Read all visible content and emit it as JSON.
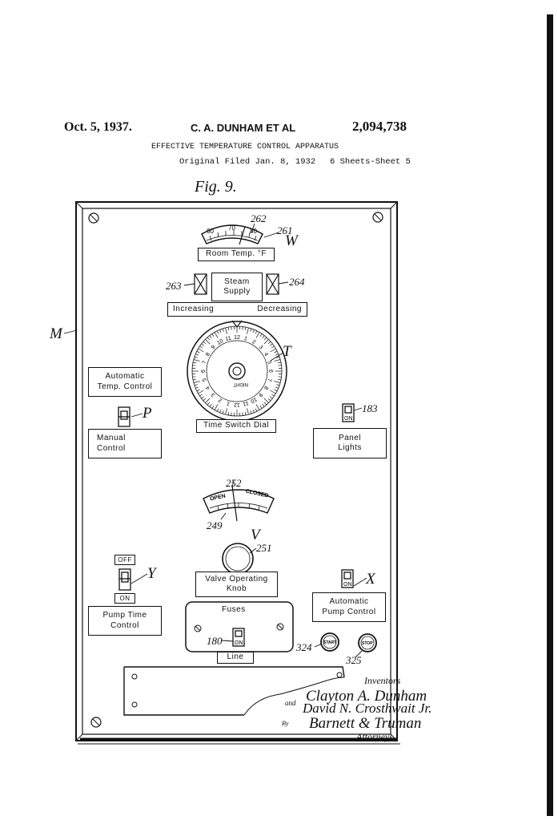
{
  "header": {
    "date": "Oct. 5, 1937.",
    "inventors": "C. A. DUNHAM ET AL",
    "patent_number": "2,094,738",
    "title": "EFFECTIVE TEMPERATURE CONTROL APPARATUS",
    "filed": "Original Filed Jan. 8, 1932",
    "sheets": "6 Sheets-Sheet 5"
  },
  "figure": {
    "label": "Fig. 9."
  },
  "panel": {
    "room_temp": {
      "label": "Room Temp. °F",
      "ticks": [
        "60",
        "70",
        "80"
      ]
    },
    "steam_supply": {
      "label": "Steam\nSupply",
      "increasing": "Increasing",
      "decreasing": "Decreasing"
    },
    "time_switch": {
      "label": "Time Switch Dial",
      "night": "NIGHT"
    },
    "automatic_temp_control": "Automatic\nTemp. Control",
    "manual_control": "Manual\nControl",
    "panel_lights": "Panel\nLights",
    "valve_gauge": {
      "open": "OPEN",
      "closed": "CLOSED"
    },
    "valve_knob": "Valve Operating\nKnob",
    "pump_off": "OFF",
    "pump_on": "ON",
    "pump_time_control": "Pump Time\nControl",
    "fuses": "Fuses",
    "line": "Line",
    "automatic_pump_control": "Automatic\nPump Control",
    "switch_on": "ON",
    "start": "START",
    "stop": "STOP"
  },
  "refs": {
    "r262": "262",
    "r261": "261",
    "W": "W",
    "r263": "263",
    "r264": "264",
    "M": "M",
    "T": "T",
    "P": "P",
    "r183": "183",
    "r252": "252",
    "r249": "249",
    "V": "V",
    "r251": "251",
    "Y": "Y",
    "X": "X",
    "r180": "180",
    "r324": "324",
    "r325": "325"
  },
  "signature": {
    "inventors_label": "Inventors",
    "inventor1": "Clayton A. Dunham",
    "and": "and",
    "inventor2": "David N. Crosthwait Jr.",
    "by": "By",
    "attorney": "Barnett & Truman",
    "attorneys_label": "Attorneys."
  }
}
